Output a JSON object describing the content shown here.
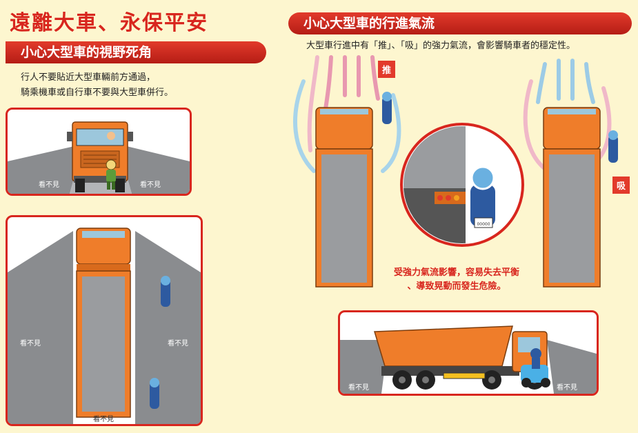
{
  "main_title": "遠離大車、永保平安",
  "left": {
    "band_title": "小心大型車的視野死角",
    "desc_lines": [
      "行人不要貼近大型車輛前方通過，",
      "騎乘機車或自行車不要與大型車併行。"
    ],
    "panel1": {
      "blind_left": "看不見",
      "blind_right": "看不見"
    },
    "panel2": {
      "blind_left": "看不見",
      "blind_right": "看不見",
      "blind_bottom": "看不見"
    }
  },
  "right": {
    "band_title": "小心大型車的行進氣流",
    "desc": "大型車行進中有「推」、「吸」的強力氣流，會影響騎車者的穩定性。",
    "push_label": "推",
    "suck_label": "吸",
    "warning_lines": [
      "受強力氣流影響，容易失去平衡",
      "、導致晃動而發生危險。"
    ],
    "plate_text": "00000",
    "panel3": {
      "blind_left": "看不見",
      "blind_right": "看不見"
    }
  },
  "colors": {
    "accent_red": "#d8261e",
    "truck_orange": "#ef7d2a",
    "background": "#fdf6cf",
    "road_gray": "#8a8c8f"
  }
}
